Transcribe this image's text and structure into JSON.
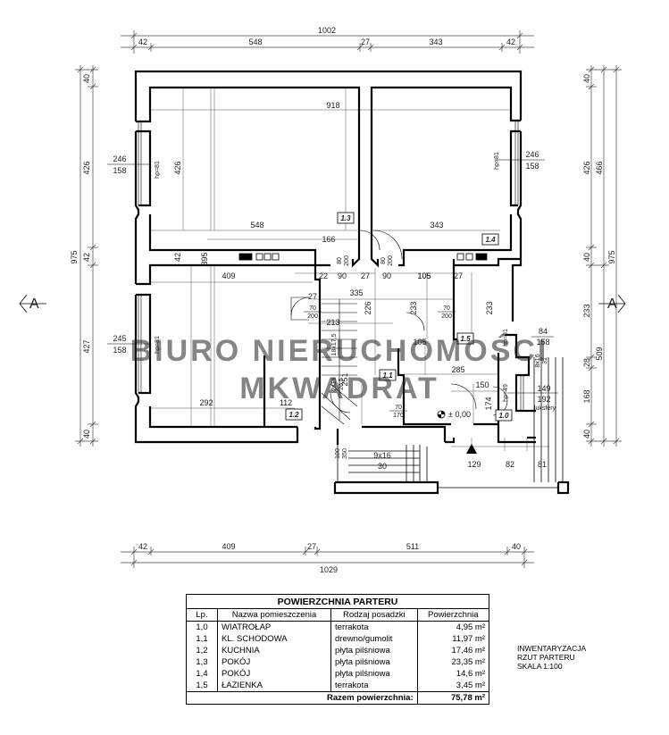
{
  "plan": {
    "top_dims": [
      "1002",
      "42",
      "548",
      "27",
      "343",
      "42"
    ],
    "bottom_dims": [
      "42",
      "409",
      "27",
      "511",
      "40",
      "1029"
    ],
    "left_dims": [
      "40",
      "426",
      "42",
      "427",
      "40",
      "975"
    ],
    "right_dims": [
      "40",
      "426",
      "466",
      "40",
      "975",
      "233",
      "509",
      "28",
      "168",
      "40"
    ],
    "section_mark": "A",
    "room_tags": [
      "1.0",
      "1.1",
      "1.2",
      "1.3",
      "1.4",
      "1.5"
    ],
    "inner_dims": [
      "918",
      "548",
      "343",
      "166",
      "409",
      "335",
      "213",
      "226",
      "233",
      "233",
      "105",
      "105",
      "285",
      "150",
      "174",
      "292",
      "112",
      "251",
      "895",
      "426",
      "129",
      "82",
      "81",
      "22",
      "90",
      "27",
      "90",
      "105",
      "27",
      "42",
      "27"
    ],
    "window_labels": [
      {
        "top": "246",
        "bottom": "158"
      },
      {
        "top": "246",
        "bottom": "158"
      },
      {
        "top": "245",
        "bottom": "158"
      },
      {
        "top": "149",
        "bottom": "192"
      },
      {
        "top": "84",
        "bottom": "158"
      }
    ],
    "sill_labels": [
      "hp=81",
      "hp=81",
      "hp=81",
      "hp=81",
      "hp=49"
    ],
    "door_labels": [
      {
        "top": "80",
        "bottom": "200"
      },
      {
        "top": "80",
        "bottom": "200"
      },
      {
        "top": "70",
        "bottom": "200"
      },
      {
        "top": "70",
        "bottom": "200"
      },
      {
        "top": "70",
        "bottom": "170"
      }
    ],
    "stair_labels": [
      "18x17,5",
      "2x19",
      "26,5",
      "9x16",
      "30",
      "100",
      "350",
      "8x16",
      "31"
    ],
    "luxfer_label": "luksfery",
    "level_label": "± 0,00",
    "watermark": [
      "BIURO NIERUCHOMOŚCI",
      "MKWADRAT"
    ]
  },
  "table": {
    "title": "POWIERZCHNIA PARTERU",
    "headers": [
      "Lp.",
      "Nazwa pomieszczenia",
      "Rodzaj posadzki",
      "Powierzchnia"
    ],
    "rows": [
      {
        "lp": "1,0",
        "name": "WIATROŁAP",
        "floor": "terrakota",
        "area": "4,95 m²"
      },
      {
        "lp": "1,1",
        "name": "KL. SCHODOWA",
        "floor": "drewno/gumolit",
        "area": "11,97 m²"
      },
      {
        "lp": "1,2",
        "name": "KUCHNIA",
        "floor": "płyta pilśniowa",
        "area": "17,46 m²"
      },
      {
        "lp": "1,3",
        "name": "POKÓJ",
        "floor": "płyta pilśniowa",
        "area": "23,35 m²"
      },
      {
        "lp": "1,4",
        "name": "POKÓJ",
        "floor": "płyta pilśniowa",
        "area": "14,6 m²"
      },
      {
        "lp": "1,5",
        "name": "ŁAZIENKA",
        "floor": "terrakota",
        "area": "3,45 m²"
      }
    ],
    "sum_label": "Razem powierzchnia:",
    "sum_value": "75,78 m²"
  },
  "notes": [
    "INWENTARYZACJA",
    "RZUT PARTERU",
    "SKALA 1:100"
  ]
}
